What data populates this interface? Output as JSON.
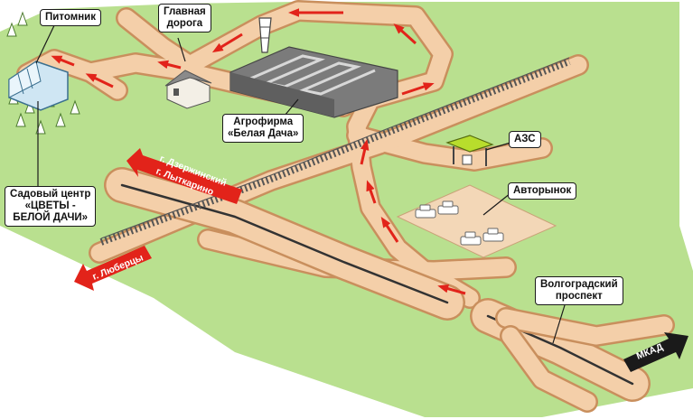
{
  "labels": {
    "nursery": "Питомник",
    "main_road": [
      "Главная",
      "дорога"
    ],
    "agrofirm": [
      "Агрофирма",
      "«Белая Дача»"
    ],
    "gas_station": "АЗС",
    "garden_center": [
      "Садовый центр",
      "«ЦВЕТЫ -",
      "БЕЛОЙ ДАЧИ»"
    ],
    "car_market": "Авторынок",
    "avenue": [
      "Волгоградский",
      "проспект"
    ],
    "mkad": "МКАД",
    "to_dzerzhinsky": "г. Дзержинский",
    "to_lytkarino": "г. Лыткарино",
    "to_lyubertsy": "г. Люберцы"
  },
  "colors": {
    "ground": "#b9e08f",
    "road": "#f4cfa9",
    "road_edge": "#c98f5d",
    "route": "#e2231a",
    "rail": "#555555",
    "building": "#7b7b7b",
    "callout_border": "#1a1a1a"
  },
  "icons": [
    "greenhouse-icon",
    "house-icon",
    "factory-icon",
    "chimney-icon",
    "gas-station-icon",
    "car-icon",
    "tree-icon",
    "arrow-icon"
  ]
}
